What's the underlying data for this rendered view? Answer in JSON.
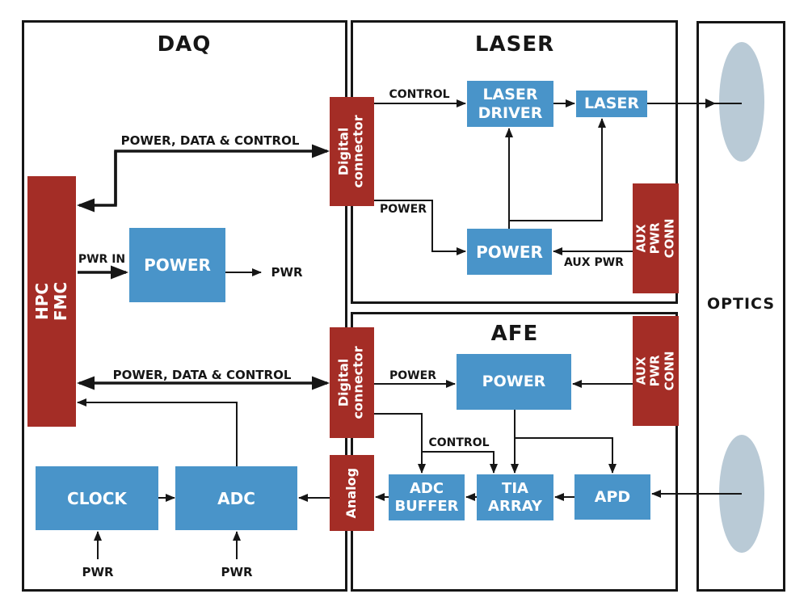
{
  "colors": {
    "block_blue": "#4994c9",
    "block_red": "#a42d26",
    "lens_fill": "#b9cad6",
    "line_black": "#161616"
  },
  "daq": {
    "title": "DAQ",
    "blocks": {
      "hpc_fmc": "HPC FMC",
      "power": "POWER",
      "clock": "CLOCK",
      "adc": "ADC"
    },
    "labels": {
      "power_data_control_top": "POWER, DATA & CONTROL",
      "pwr_in": "PWR IN",
      "pwr_out": "PWR",
      "power_data_control_bottom": "POWER, DATA & CONTROL",
      "pwr_clock": "PWR",
      "pwr_adc": "PWR"
    }
  },
  "laser": {
    "title": "LASER",
    "blocks": {
      "digital_connector": "Digital\nconnector",
      "laser_driver": "LASER\nDRIVER",
      "laser": "LASER",
      "power": "POWER",
      "aux_pwr_conn": "AUX PWR\nCONN"
    },
    "labels": {
      "control": "CONTROL",
      "power": "POWER",
      "aux_pwr": "AUX PWR"
    }
  },
  "afe": {
    "title": "AFE",
    "blocks": {
      "digital_connector": "Digital\nconnector",
      "analog": "Analog",
      "power": "POWER",
      "adc_buffer": "ADC\nBUFFER",
      "tia_array": "TIA\nARRAY",
      "apd": "APD",
      "aux_pwr_conn": "AUX PWR\nCONN"
    },
    "labels": {
      "power": "POWER",
      "control": "CONTROL"
    }
  },
  "optics": {
    "title": "OPTICS",
    "lens_top": "transmit-lens",
    "lens_bottom": "receive-lens"
  }
}
